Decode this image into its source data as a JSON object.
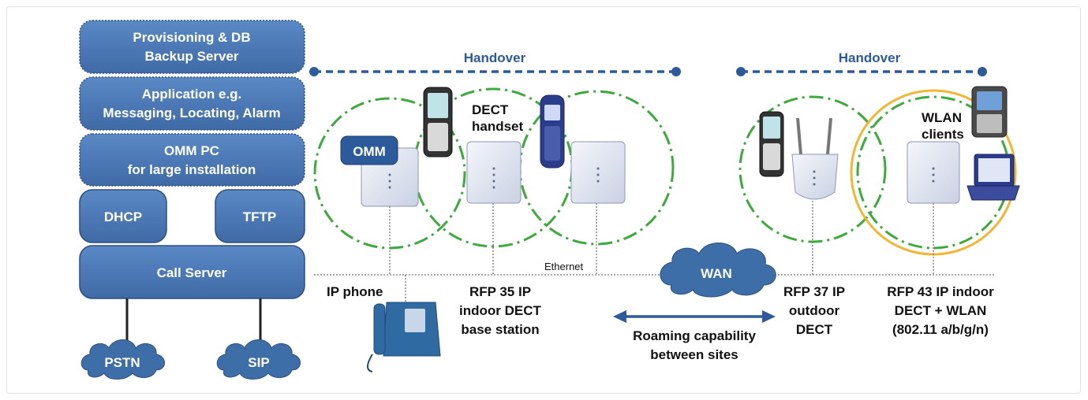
{
  "stack": {
    "provisioning": [
      "Provisioning & DB",
      "Backup Server"
    ],
    "application": [
      "Application e.g.",
      "Messaging, Locating, Alarm"
    ],
    "omm_pc": [
      "OMM PC",
      "for large installation"
    ],
    "dhcp": "DHCP",
    "tftp": "TFTP",
    "call_server": "Call Server"
  },
  "clouds": {
    "pstn": "PSTN",
    "sip": "SIP",
    "wan": "WAN"
  },
  "handover": {
    "left": "Handover",
    "right": "Handover"
  },
  "labels": {
    "omm": "OMM",
    "dect_handset": [
      "DECT",
      "handset"
    ],
    "wlan_clients": [
      "WLAN",
      "clients"
    ],
    "ethernet": "Ethernet",
    "ip_phone": "IP phone",
    "rfp35": [
      "RFP 35 IP",
      "indoor DECT",
      "base station"
    ],
    "roaming": [
      "Roaming capability",
      "between sites"
    ],
    "rfp37": [
      "RFP 37 IP",
      "outdoor",
      "DECT"
    ],
    "rfp43": [
      "RFP 43 IP indoor",
      "DECT + WLAN",
      "(802.11 a/b/g/n)"
    ]
  },
  "colors": {
    "box_fill": "#4a78b5",
    "box_stroke": "#2c4f80",
    "handover_line": "#2d5a9b",
    "coverage_green": "#3caa3c",
    "coverage_yellow": "#f2b632",
    "cloud": "#3d6ea8"
  }
}
